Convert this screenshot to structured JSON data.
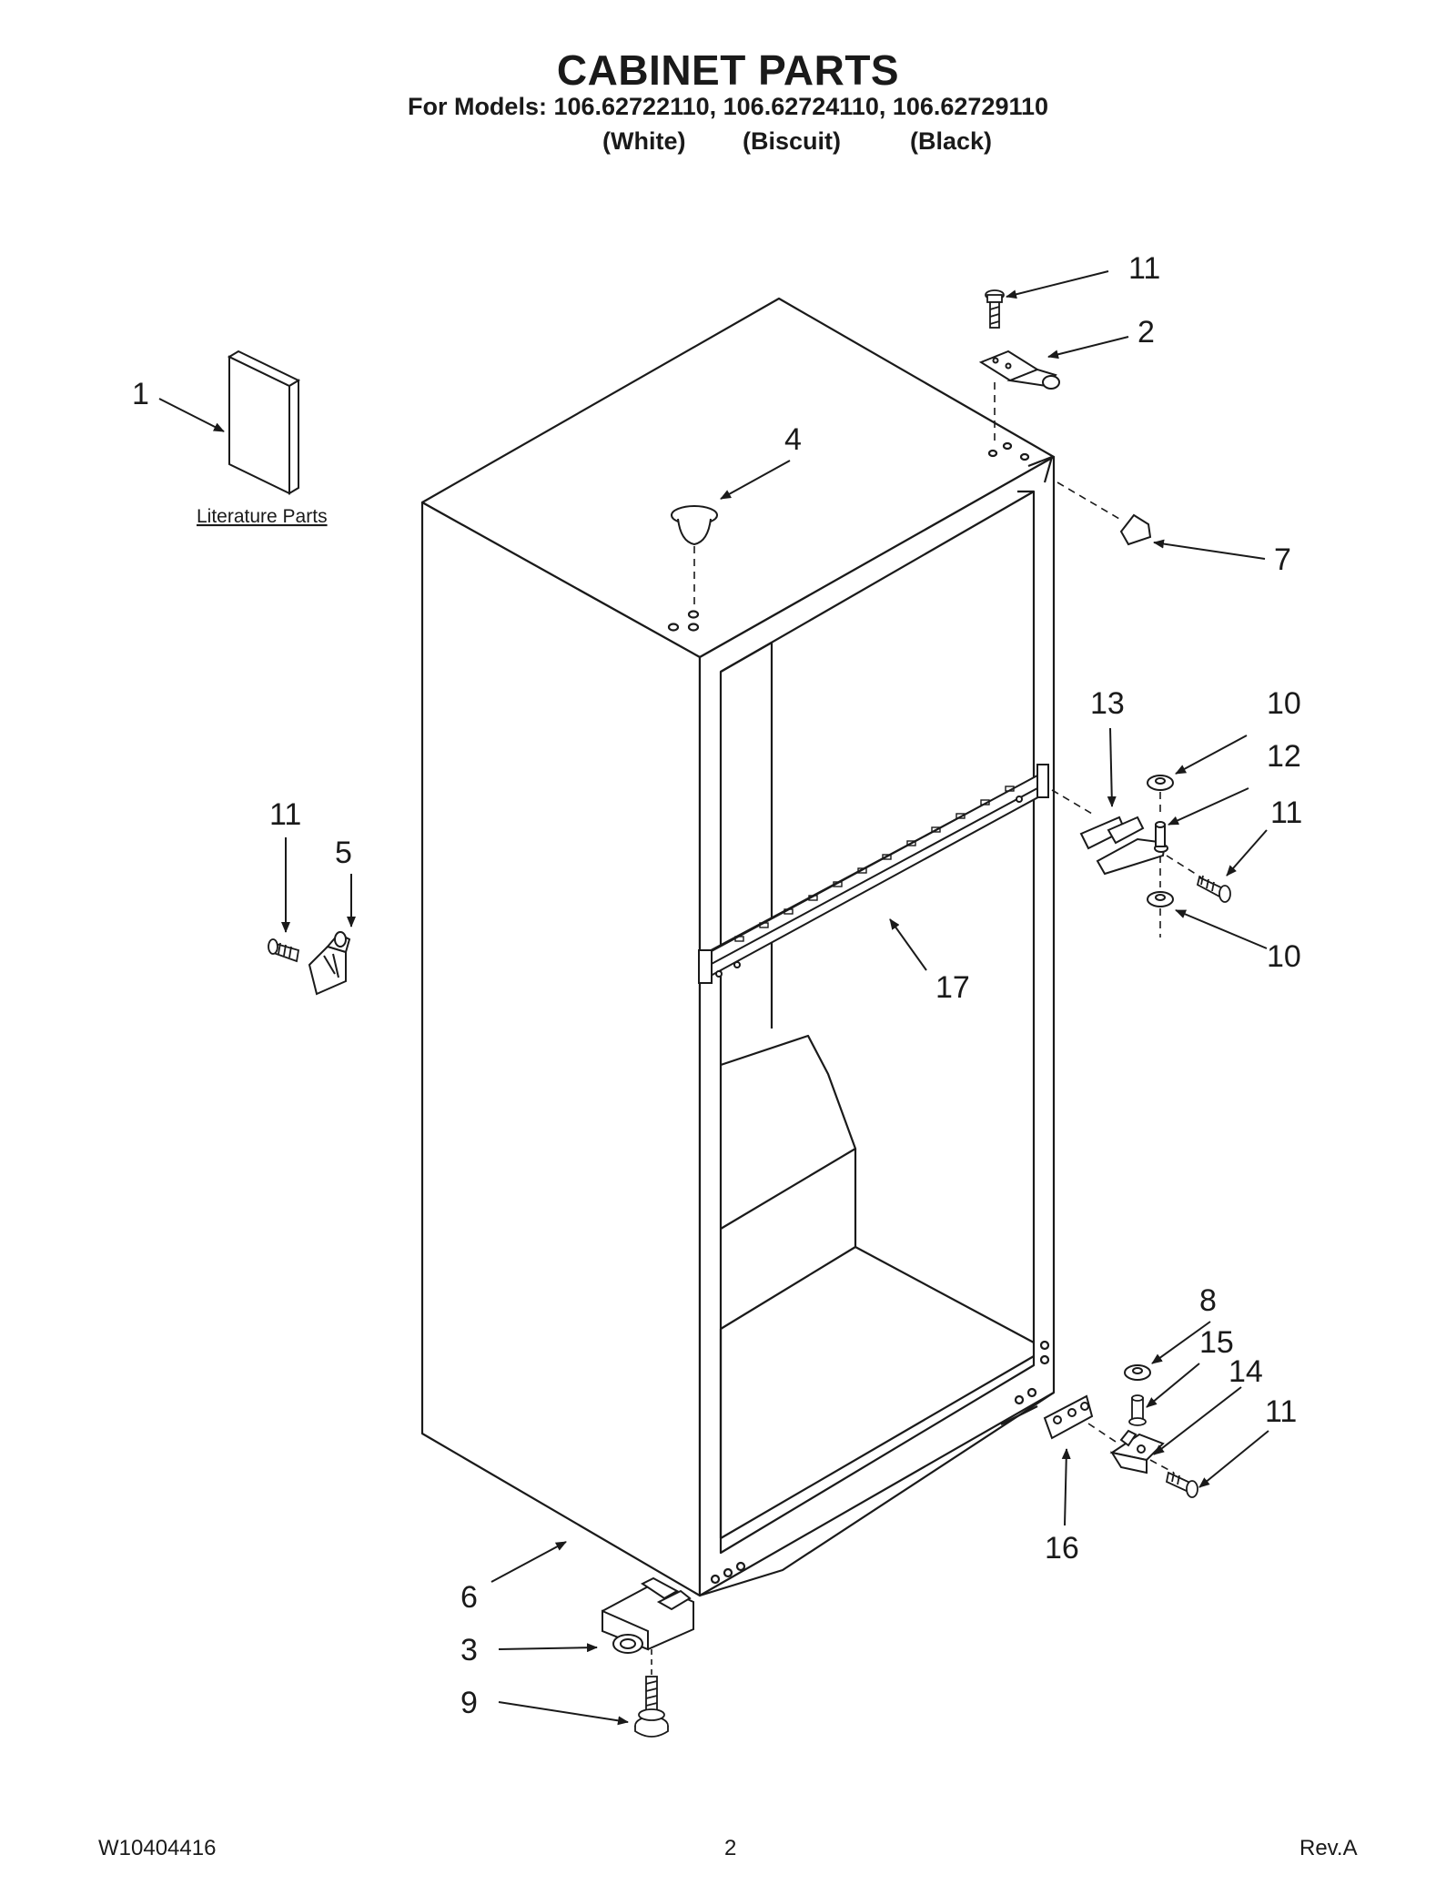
{
  "header": {
    "title": "CABINET PARTS",
    "models_line": "For Models: 106.62722110, 106.62724110, 106.62729110",
    "colors": [
      "(White)",
      "(Biscuit)",
      "(Black)"
    ]
  },
  "diagram": {
    "literature_label": "Literature Parts",
    "callouts": {
      "c1": "1",
      "c2": "2",
      "c3": "3",
      "c4": "4",
      "c5": "5",
      "c6": "6",
      "c7": "7",
      "c8": "8",
      "c9": "9",
      "c10a": "10",
      "c10b": "10",
      "c11a": "11",
      "c11b": "11",
      "c11c": "11",
      "c11d": "11",
      "c12": "12",
      "c13": "13",
      "c14": "14",
      "c15": "15",
      "c16": "16",
      "c17": "17"
    }
  },
  "footer": {
    "doc_number": "W10404416",
    "page": "2",
    "revision": "Rev.A"
  }
}
